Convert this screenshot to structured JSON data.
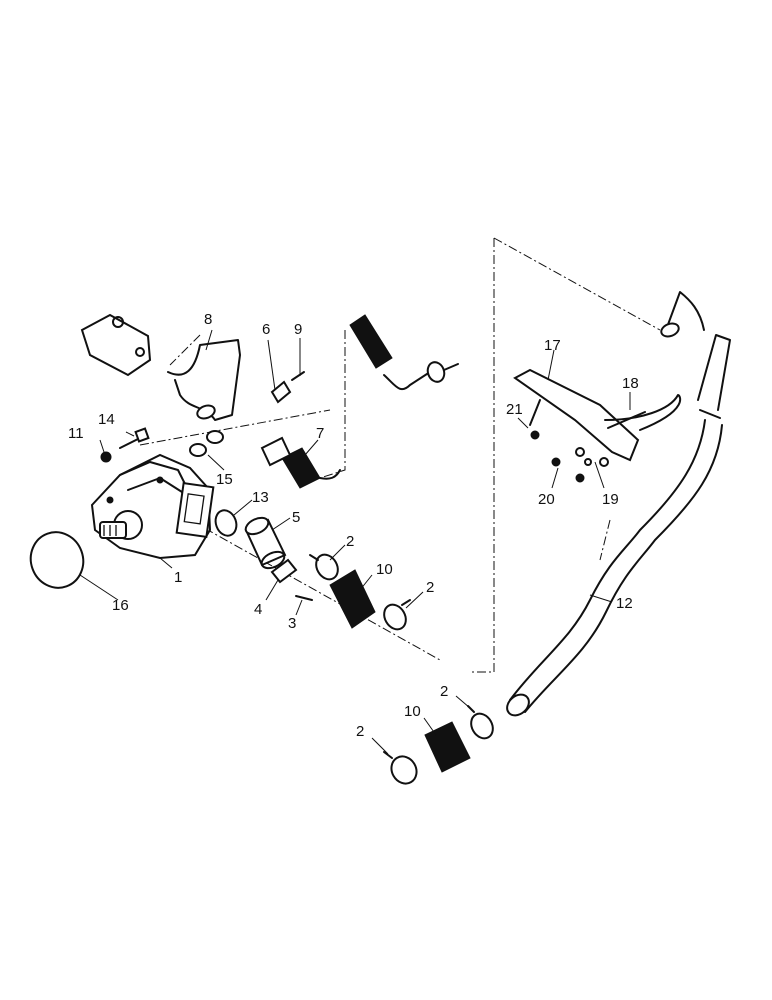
{
  "callouts": [
    {
      "id": "c1",
      "text": "1"
    },
    {
      "id": "c2a",
      "text": "2"
    },
    {
      "id": "c2b",
      "text": "2"
    },
    {
      "id": "c2c",
      "text": "2"
    },
    {
      "id": "c2d",
      "text": "2"
    },
    {
      "id": "c3",
      "text": "3"
    },
    {
      "id": "c4",
      "text": "4"
    },
    {
      "id": "c5",
      "text": "5"
    },
    {
      "id": "c6",
      "text": "6"
    },
    {
      "id": "c7",
      "text": "7"
    },
    {
      "id": "c8",
      "text": "8"
    },
    {
      "id": "c9",
      "text": "9"
    },
    {
      "id": "c10a",
      "text": "10"
    },
    {
      "id": "c10b",
      "text": "10"
    },
    {
      "id": "c11",
      "text": "11"
    },
    {
      "id": "c12",
      "text": "12"
    },
    {
      "id": "c13",
      "text": "13"
    },
    {
      "id": "c14",
      "text": "14"
    },
    {
      "id": "c15",
      "text": "15"
    },
    {
      "id": "c16",
      "text": "16"
    },
    {
      "id": "c17",
      "text": "17"
    },
    {
      "id": "c18",
      "text": "18"
    },
    {
      "id": "c19",
      "text": "19"
    },
    {
      "id": "c20",
      "text": "20"
    },
    {
      "id": "c21",
      "text": "21"
    }
  ]
}
